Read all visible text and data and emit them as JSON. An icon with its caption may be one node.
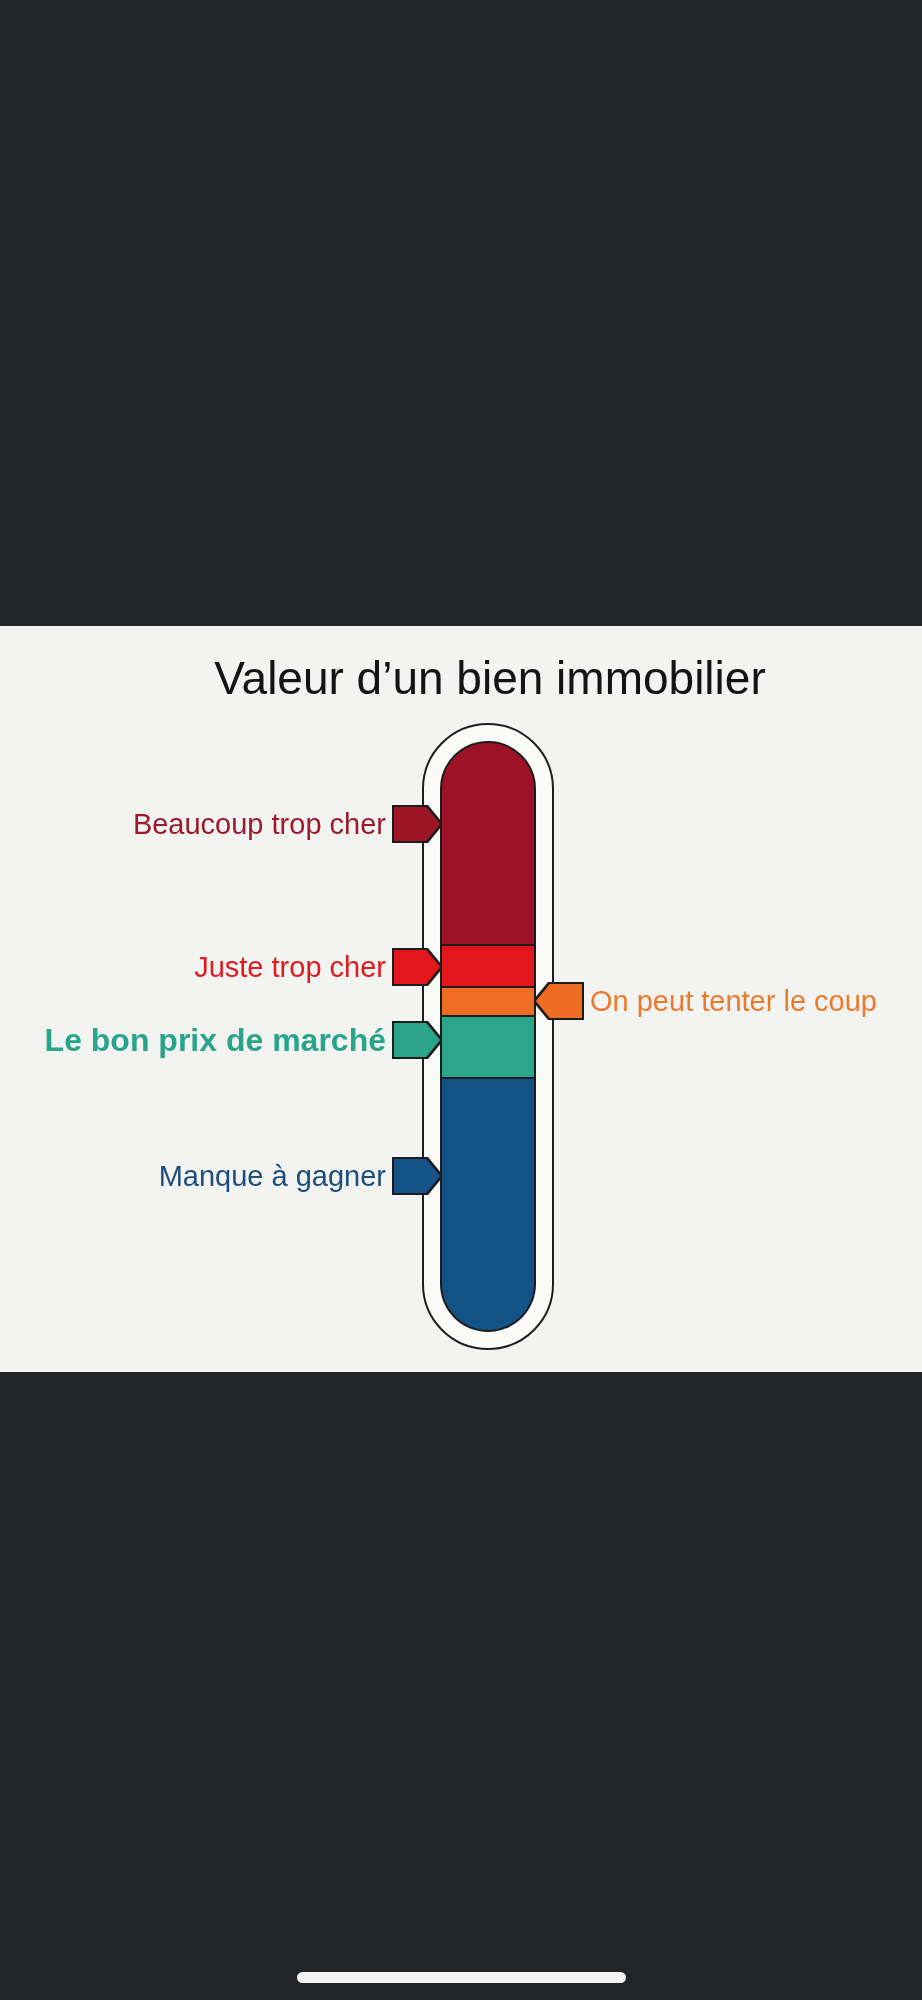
{
  "diagram": {
    "title": "Valeur d’un bien immobilier",
    "nodes": [
      {
        "text": [],
        "shape": "tube"
      },
      {
        "text": [],
        "shape": "bar",
        "in": 0
      },
      {
        "text": [],
        "shape": "bar",
        "in": 0
      },
      {
        "text": [],
        "shape": "bar",
        "in": 0
      },
      {
        "text": [],
        "shape": "bar",
        "in": 0
      },
      {
        "text": [],
        "shape": "bar",
        "in": 0
      },
      {
        "text": [
          "Beaucoup trop cher"
        ]
      },
      {
        "text": [
          "Juste trop cher"
        ]
      },
      {
        "text": [
          "On peut tenter le coup"
        ]
      },
      {
        "text": [
          "Le bon prix de marché"
        ]
      },
      {
        "text": [
          "Manque à gagner"
        ]
      }
    ],
    "edges": [
      {
        "from": 6,
        "to": 1,
        "arrow": "to",
        "color": "#9e1228"
      },
      {
        "from": 7,
        "to": 2,
        "arrow": "to",
        "color": "#e3171b"
      },
      {
        "from": 8,
        "to": 3,
        "arrow": "to",
        "color": "#ef6d24"
      },
      {
        "from": 9,
        "to": 4,
        "arrow": "to",
        "color": "#2ba58b"
      },
      {
        "from": 10,
        "to": 5,
        "arrow": "to",
        "color": "#135285"
      }
    ]
  }
}
